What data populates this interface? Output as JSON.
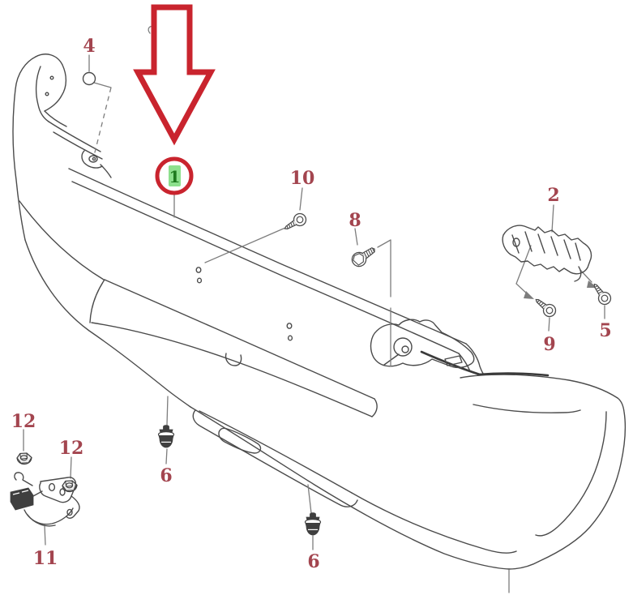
{
  "diagram": {
    "kind": "exploded-parts-diagram",
    "subject_part": "rear-bumper-assembly",
    "selected_callout": "1"
  },
  "colors": {
    "background": "#ffffff",
    "callout_red": "#a3454f",
    "arrow_red": "#c9242e",
    "highlight_circle_red": "#c9242e",
    "highlight_green_bg": "#8de08d",
    "highlight_green_text": "#1e7a1e",
    "artwork_gray": "#4b4b4b",
    "leader_gray": "#7d7d7d"
  },
  "annotations": {
    "selection_arrow": "large-down-arrow",
    "selection_marker": "red-circle-with-green-highlight"
  },
  "callouts": [
    {
      "label": "1",
      "part": "rear-bumper",
      "selected": true
    },
    {
      "label": "2",
      "part": "side-bracket",
      "selected": false
    },
    {
      "label": "4",
      "part": "grommet",
      "selected": false
    },
    {
      "label": "5",
      "part": "screw",
      "selected": false
    },
    {
      "label": "6",
      "part": "clip",
      "selected": false
    },
    {
      "label": "6",
      "part": "clip",
      "selected": false
    },
    {
      "label": "8",
      "part": "bolt",
      "selected": false
    },
    {
      "label": "9",
      "part": "screw",
      "selected": false
    },
    {
      "label": "10",
      "part": "screw",
      "selected": false
    },
    {
      "label": "11",
      "part": "harness-bracket",
      "selected": false
    },
    {
      "label": "12",
      "part": "nut",
      "selected": false
    },
    {
      "label": "12",
      "part": "nut",
      "selected": false
    }
  ]
}
